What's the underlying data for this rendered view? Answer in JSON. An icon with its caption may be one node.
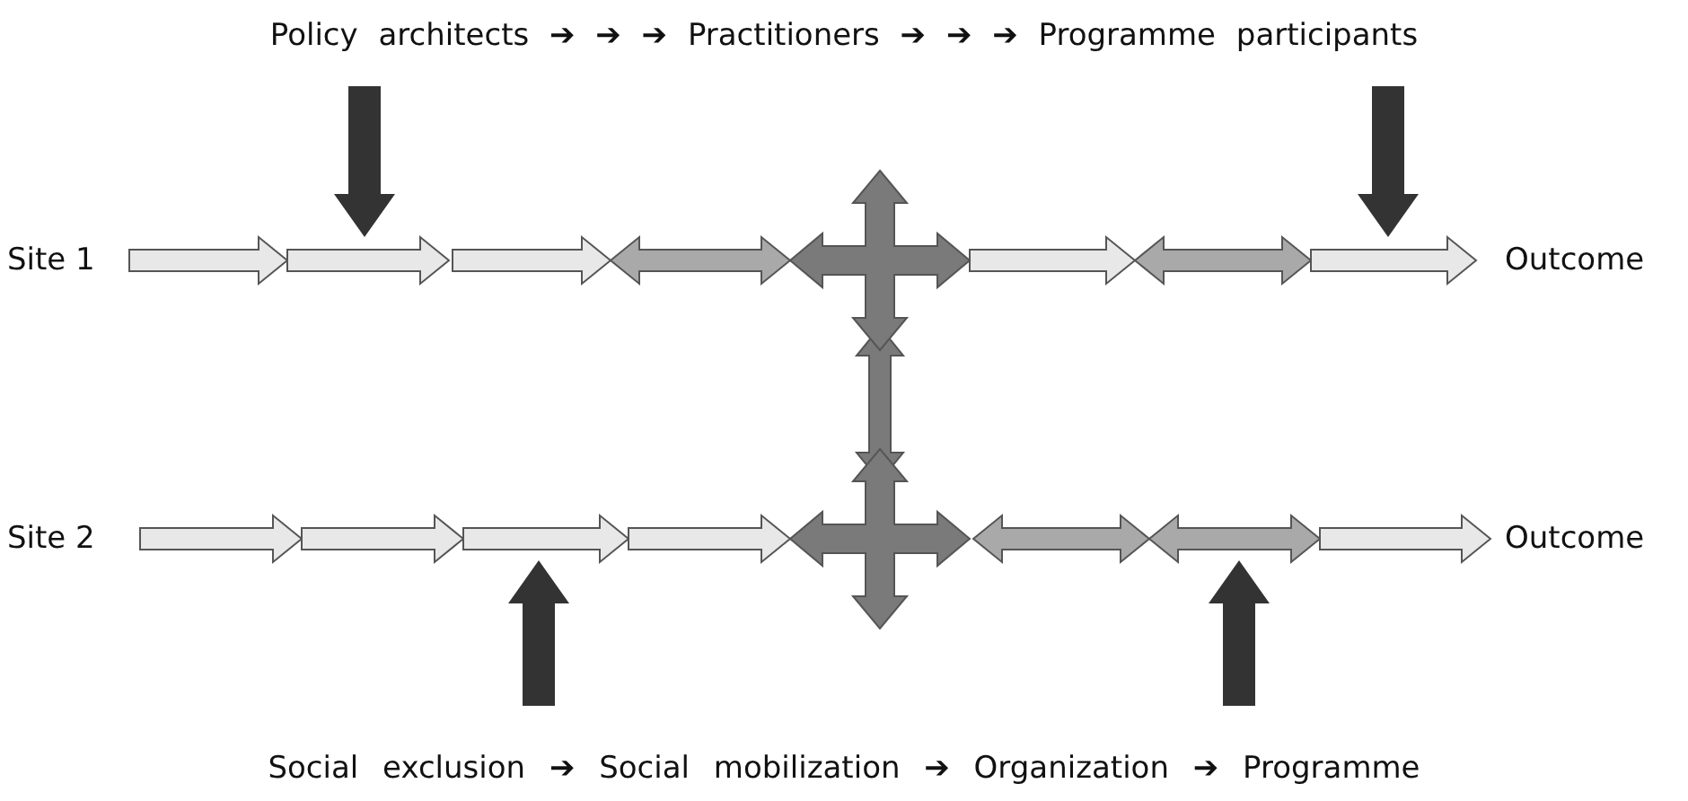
{
  "diagram": {
    "labels": [
      "Policy architects ➔ ➔ ➔ Practitioners ➔ ➔ ➔ Programme participants",
      "Site 1",
      "Outcome",
      "Site 2",
      "Outcome",
      "Social exclusion ➔ Social mobilization ➔ Organization ➔ Programme"
    ]
  }
}
